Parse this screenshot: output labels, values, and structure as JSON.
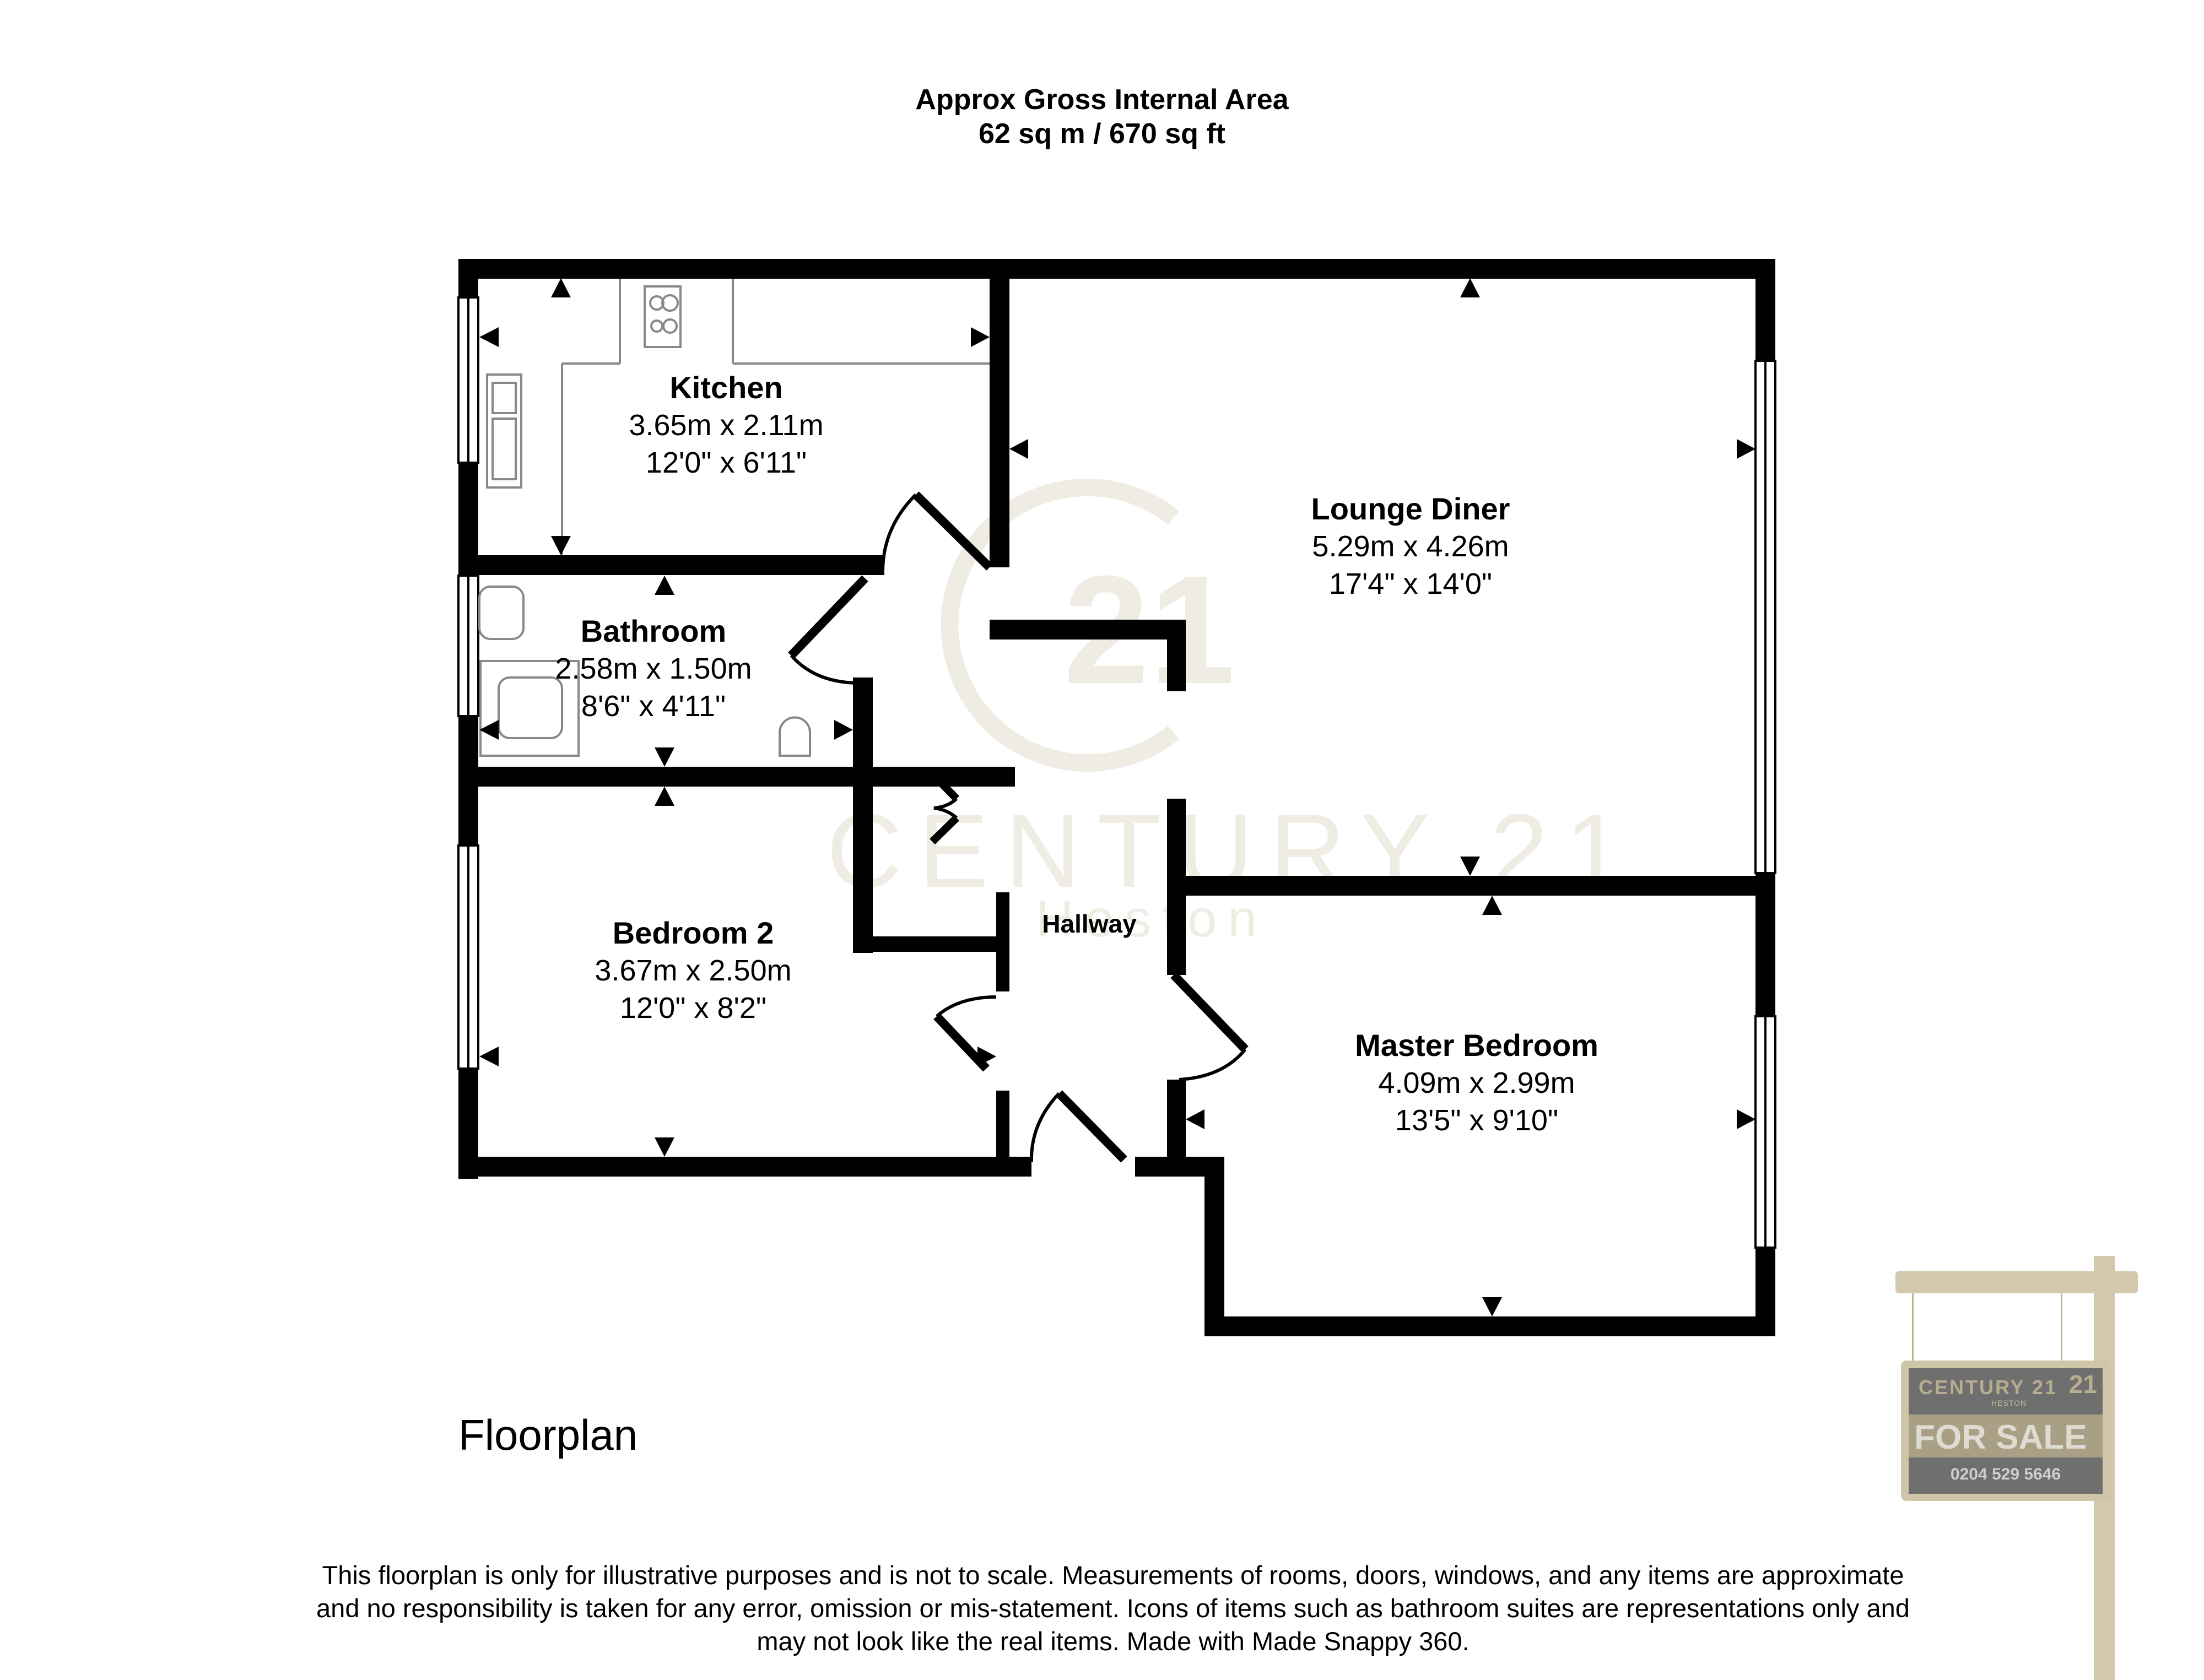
{
  "header": {
    "title": "Approx Gross Internal Area",
    "area": "62 sq m / 670 sq ft"
  },
  "rooms": {
    "kitchen": {
      "name": "Kitchen",
      "metric": "3.65m x 2.11m",
      "imperial": "12'0\" x 6'11\""
    },
    "bathroom": {
      "name": "Bathroom",
      "metric": "2.58m x 1.50m",
      "imperial": "8'6\" x 4'11\""
    },
    "lounge": {
      "name": "Lounge Diner",
      "metric": "5.29m x 4.26m",
      "imperial": "17'4\" x 14'0\""
    },
    "bedroom2": {
      "name": "Bedroom 2",
      "metric": "3.67m x 2.50m",
      "imperial": "12'0\" x 8'2\""
    },
    "master": {
      "name": "Master Bedroom",
      "metric": "4.09m x 2.99m",
      "imperial": "13'5\" x 9'10\""
    },
    "hallway": {
      "name": "Hallway"
    }
  },
  "floor_label": "Floorplan",
  "watermark": {
    "brand": "CENTURY 21",
    "location": "Heston",
    "logo": "21",
    "color": "#efece3"
  },
  "sign": {
    "brand": "CENTURY 21",
    "location": "HESTON",
    "logo": "21",
    "headline": "FOR SALE",
    "phone": "0204 529 5646",
    "colors": {
      "frame": "#d2c8ab",
      "panel": "#6f6f6f",
      "band": "#a89f84"
    }
  },
  "disclaimer": {
    "line1": "This floorplan is only for illustrative purposes and is not to scale. Measurements of rooms, doors, windows, and any items are approximate",
    "line2": "and no responsibility is taken for any error, omission or mis-statement. Icons of items such as bathroom suites are representations only and",
    "line3": "may not look like the real items. Made with Made Snappy 360."
  }
}
